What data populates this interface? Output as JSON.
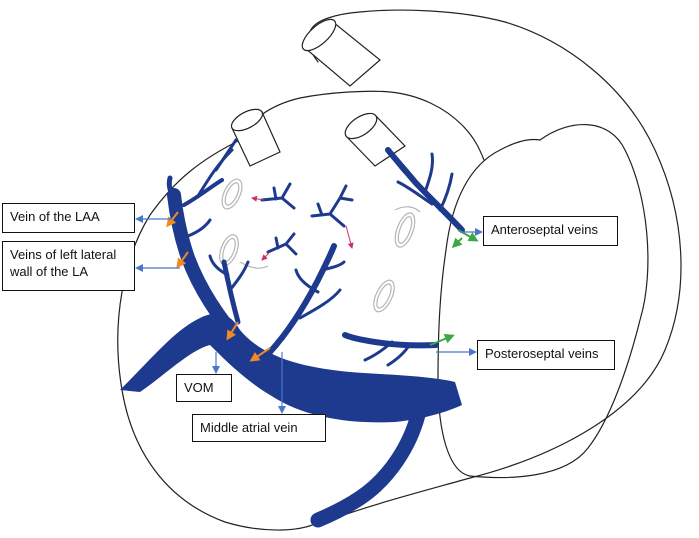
{
  "labels": {
    "vein_laa": "Vein of the LAA",
    "veins_lateral": "Veins of left lateral wall of the LA",
    "vom": "VOM",
    "middle_atrial": "Middle atrial vein",
    "anteroseptal": "Anteroseptal veins",
    "posteroseptal": "Posteroseptal veins"
  },
  "colors": {
    "vein": "#1d3a8f",
    "outline": "#222222",
    "pointer": "#4a78c8",
    "orange_arrow": "#f08a24",
    "green_arrow": "#3aa845",
    "red_arrow": "#c8326a",
    "pv_ring": "#b5b5b5"
  }
}
